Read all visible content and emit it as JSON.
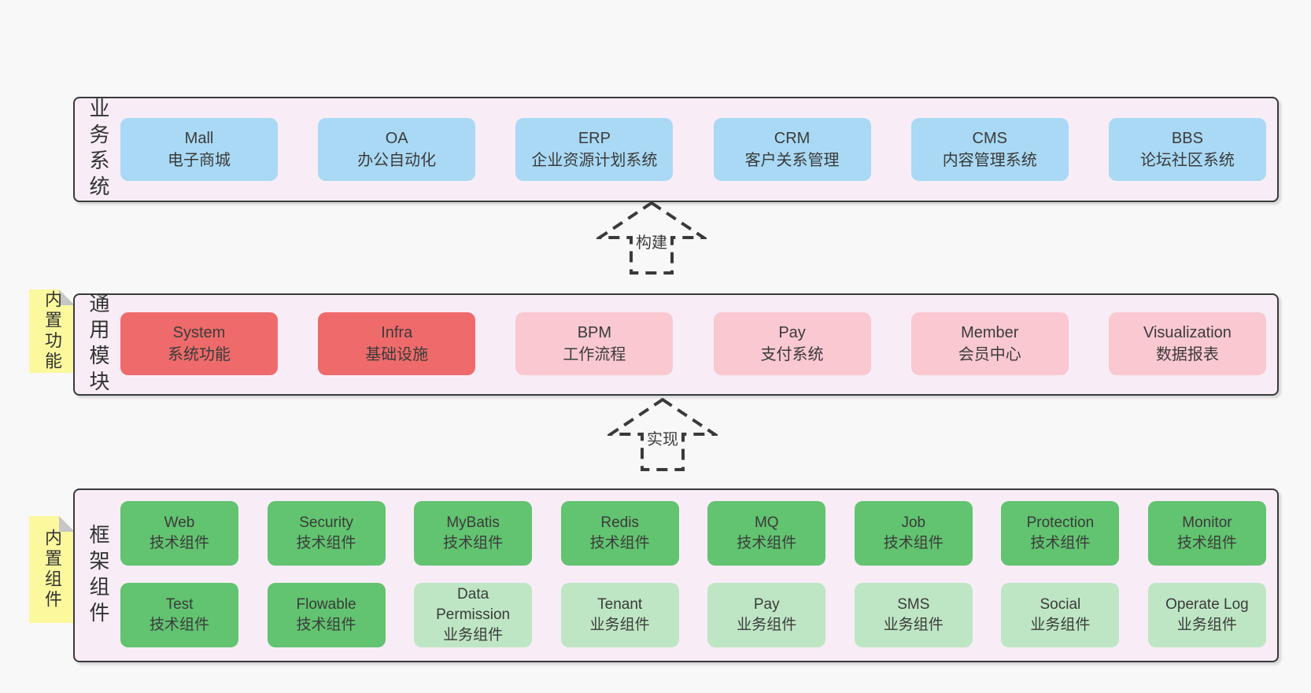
{
  "palette": {
    "page_bg": "#f8f8f8",
    "band_bg": "#f8edf6",
    "band_border": "#3a3a3a",
    "system_blue": "#a9d9f4",
    "core_red": "#ef6b6b",
    "module_pink": "#f9c8d1",
    "tech_green": "#62c370",
    "biz_green_light": "#bee6c4",
    "sticky_yellow": "#fbf89e",
    "text": "#3a3a3a"
  },
  "layers": {
    "business": {
      "side_label": "业务系统",
      "boxes": [
        {
          "title": "Mall",
          "subtitle": "电子商城"
        },
        {
          "title": "OA",
          "subtitle": "办公自动化"
        },
        {
          "title": "ERP",
          "subtitle": "企业资源计划系统"
        },
        {
          "title": "CRM",
          "subtitle": "客户关系管理"
        },
        {
          "title": "CMS",
          "subtitle": "内容管理系统"
        },
        {
          "title": "BBS",
          "subtitle": "论坛社区系统"
        }
      ]
    },
    "modules": {
      "side_label": "通用模块",
      "sticky_label": "内置功能",
      "boxes": [
        {
          "title": "System",
          "subtitle": "系统功能"
        },
        {
          "title": "Infra",
          "subtitle": "基础设施"
        },
        {
          "title": "BPM",
          "subtitle": "工作流程"
        },
        {
          "title": "Pay",
          "subtitle": "支付系统"
        },
        {
          "title": "Member",
          "subtitle": "会员中心"
        },
        {
          "title": "Visualization",
          "subtitle": "数据报表"
        }
      ]
    },
    "components": {
      "side_label": "框架组件",
      "sticky_label": "内置组件",
      "row1": [
        {
          "title": "Web",
          "subtitle": "技术组件"
        },
        {
          "title": "Security",
          "subtitle": "技术组件"
        },
        {
          "title": "MyBatis",
          "subtitle": "技术组件"
        },
        {
          "title": "Redis",
          "subtitle": "技术组件"
        },
        {
          "title": "MQ",
          "subtitle": "技术组件"
        },
        {
          "title": "Job",
          "subtitle": "技术组件"
        },
        {
          "title": "Protection",
          "subtitle": "技术组件"
        },
        {
          "title": "Monitor",
          "subtitle": "技术组件"
        }
      ],
      "row2": [
        {
          "title": "Test",
          "subtitle": "技术组件"
        },
        {
          "title": "Flowable",
          "subtitle": "技术组件"
        },
        {
          "title": "Data Permission",
          "subtitle": "业务组件"
        },
        {
          "title": "Tenant",
          "subtitle": "业务组件"
        },
        {
          "title": "Pay",
          "subtitle": "业务组件"
        },
        {
          "title": "SMS",
          "subtitle": "业务组件"
        },
        {
          "title": "Social",
          "subtitle": "业务组件"
        },
        {
          "title": "Operate Log",
          "subtitle": "业务组件"
        }
      ]
    }
  },
  "arrows": {
    "build": {
      "label": "构建"
    },
    "implement": {
      "label": "实现"
    }
  }
}
